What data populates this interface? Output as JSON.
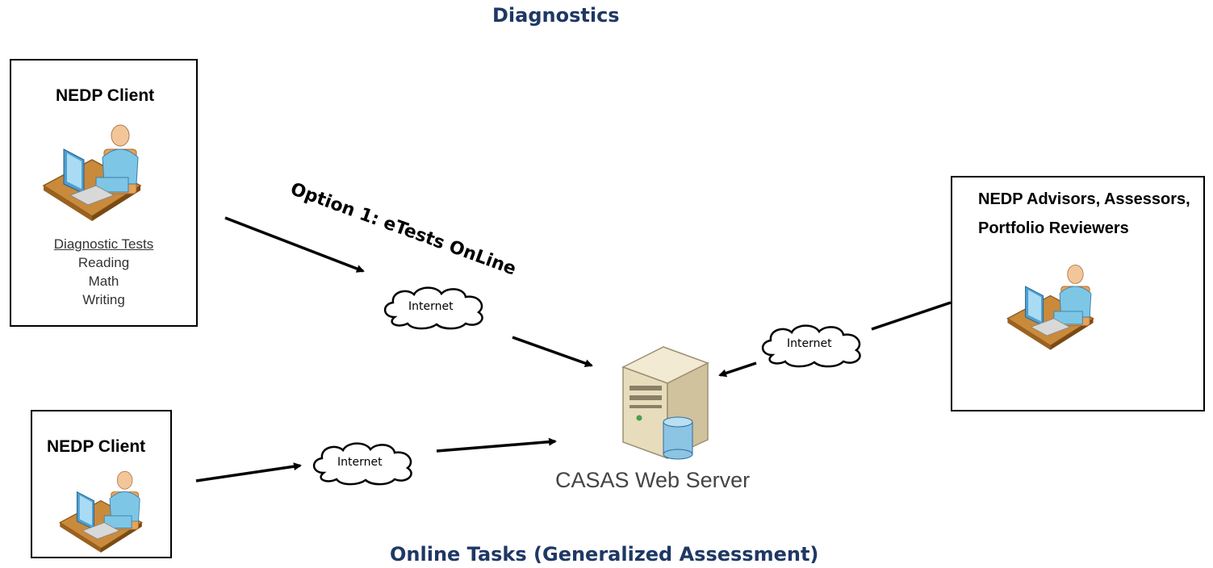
{
  "headings": {
    "top": "Diagnostics",
    "bottom": "Online Tasks (Generalized Assessment)"
  },
  "client_top": {
    "title": "NEDP Client",
    "icon": "user-at-computer-icon",
    "tests_heading": "Diagnostic Tests",
    "tests": [
      "Reading",
      "Math",
      "Writing"
    ]
  },
  "client_bottom": {
    "title": "NEDP Client",
    "icon": "user-at-computer-icon"
  },
  "advisors": {
    "title_line1": "NEDP Advisors, Assessors,",
    "title_line2": "Portfolio Reviewers",
    "icon": "user-at-computer-icon"
  },
  "connection_label": "Option 1: eTests OnLine",
  "clouds": {
    "top": "Internet",
    "right": "Internet",
    "bottom": "Internet"
  },
  "server": {
    "label": "CASAS Web Server",
    "icon": "server-tower-icon"
  }
}
